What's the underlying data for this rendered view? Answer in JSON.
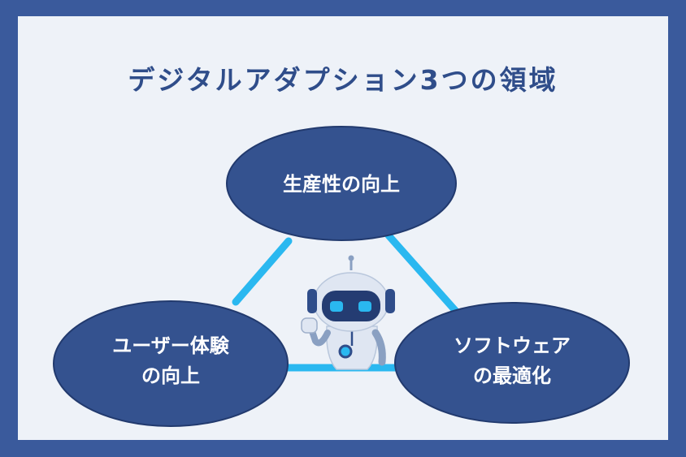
{
  "title": "デジタルアダプション3つの領域",
  "nodes": {
    "top": {
      "lines": [
        "生産性の向上"
      ]
    },
    "left": {
      "lines": [
        "ユーザー体験",
        "の向上"
      ]
    },
    "right": {
      "lines": [
        "ソフトウェア",
        "の最適化"
      ]
    }
  },
  "colors": {
    "frame": "#3a5a9c",
    "background": "#eef2f8",
    "ellipse_fill": "#34528f",
    "ellipse_stroke": "#223a6e",
    "connector": "#2ab8f0",
    "title": "#2f4d8a"
  },
  "icons": [
    "robot-mascot-icon"
  ]
}
